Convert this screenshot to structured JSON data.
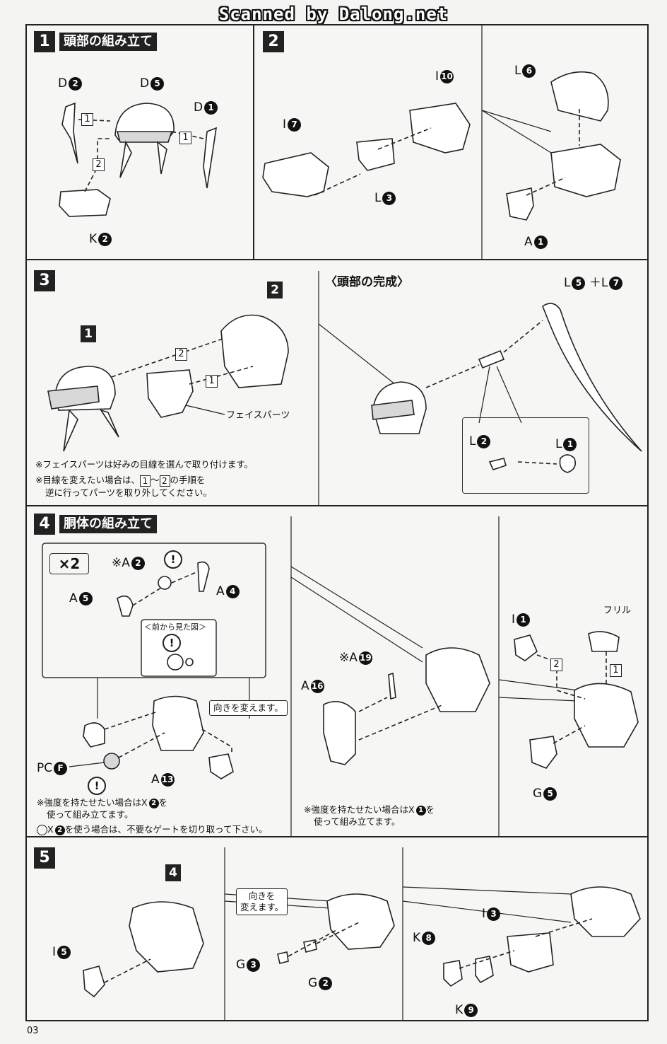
{
  "watermark": "Scanned by Dalong.net",
  "page_number": "03",
  "step1": {
    "num": "1",
    "title": "頭部の組み立て",
    "labels": {
      "d2": "D",
      "d2n": "2",
      "d5": "D",
      "d5n": "5",
      "d1": "D",
      "d1n": "1",
      "k2": "K",
      "k2n": "2"
    },
    "order": [
      "1",
      "1",
      "2"
    ]
  },
  "step2": {
    "num": "2",
    "labels": {
      "i10": "I",
      "i10n": "10",
      "i7": "I",
      "i7n": "7",
      "l3": "L",
      "l3n": "3",
      "l6": "L",
      "l6n": "6",
      "a1": "A",
      "a1n": "1"
    }
  },
  "step3": {
    "num": "3",
    "sub1": "1",
    "sub2": "2",
    "order": [
      "2",
      "1"
    ],
    "face_label": "フェイスパーツ",
    "note1": "※フェイスパーツは好みの目線を選んで取り付けます。",
    "note2_a": "※目線を変えたい場合は、",
    "note2_b": "1",
    "note2_c": "～",
    "note2_d": "2",
    "note2_e": "の手順を",
    "note2_f": "逆に行ってパーツを取り外してください。",
    "complete_title": "〈頭部の完成〉",
    "labels": {
      "l5": "L",
      "l5n": "5",
      "plus": "＋",
      "l7": "L",
      "l7n": "7",
      "l2": "L",
      "l2n": "2",
      "l1": "L",
      "l1n": "1"
    }
  },
  "step4": {
    "num": "4",
    "title": "胴体の組み立て",
    "x2": "×2",
    "front_view": "＜前から見た図＞",
    "turn_around": "向きを変えます。",
    "labels": {
      "a2": "※A",
      "a2n": "2",
      "a5": "A",
      "a5n": "5",
      "a4": "A",
      "a4n": "4",
      "pcf": "PC",
      "pcfn": "F",
      "a13": "A",
      "a13n": "13",
      "a19": "※A",
      "a19n": "19",
      "a16": "A",
      "a16n": "16",
      "i1": "I",
      "i1n": "1",
      "frill": "フリル",
      "g5": "G",
      "g5n": "5"
    },
    "order": [
      "2",
      "1"
    ],
    "note1a": "※強度を持たせたい場合はX",
    "note1b": "2",
    "note1c": "を",
    "note1d": "使って組み立てます。",
    "note2a": "X",
    "note2b": "2",
    "note2c": "を使う場合は、不要なゲートを切り取って下さい。",
    "note3a": "※強度を持たせたい場合はX",
    "note3b": "1",
    "note3c": "を",
    "note3d": "使って組み立てます。",
    "warn": "!"
  },
  "step5": {
    "num": "5",
    "sub4": "4",
    "turn_around_1": "向きを",
    "turn_around_2": "変えます。",
    "labels": {
      "i5": "I",
      "i5n": "5",
      "g3": "G",
      "g3n": "3",
      "g2": "G",
      "g2n": "2",
      "i3": "I",
      "i3n": "3",
      "k8": "K",
      "k8n": "8",
      "k9": "K",
      "k9n": "9"
    }
  }
}
